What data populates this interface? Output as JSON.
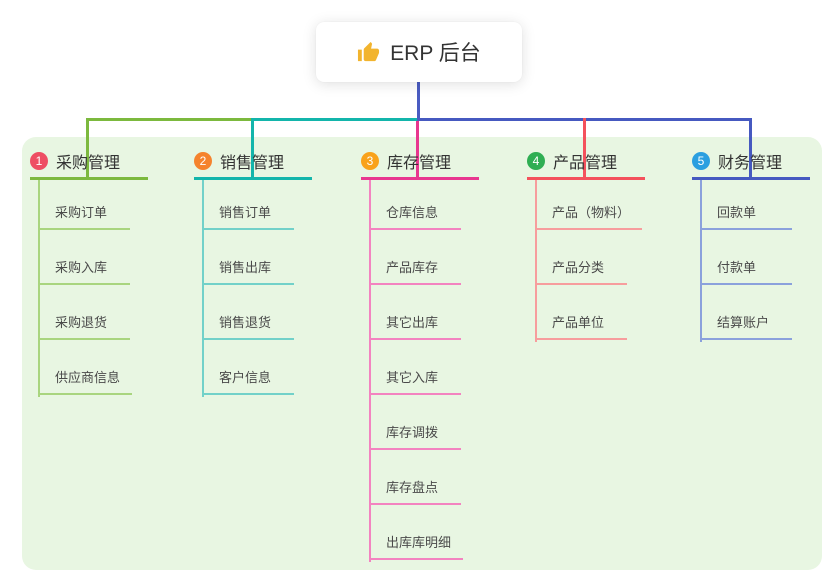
{
  "root": {
    "label": "ERP 后台",
    "icon": "thumbs-up-icon",
    "line_color": "#4a5cc2"
  },
  "panel": {
    "background": "#e8f6e2"
  },
  "branches": [
    {
      "id": "purchase",
      "badge": "1",
      "badge_color": "#ee4e63",
      "label": "采购管理",
      "line_color": "#7cb93e",
      "child_line_color": "#a9d57f",
      "children": [
        "采购订单",
        "采购入库",
        "采购退货",
        "供应商信息"
      ]
    },
    {
      "id": "sales",
      "badge": "2",
      "badge_color": "#f5832d",
      "label": "销售管理",
      "line_color": "#13b5ab",
      "child_line_color": "#72d1c9",
      "children": [
        "销售订单",
        "销售出库",
        "销售退货",
        "客户信息"
      ]
    },
    {
      "id": "inventory",
      "badge": "3",
      "badge_color": "#f9a21b",
      "label": "库存管理",
      "line_color": "#e8378f",
      "child_line_color": "#f383c0",
      "children": [
        "仓库信息",
        "产品库存",
        "其它出库",
        "其它入库",
        "库存调拨",
        "库存盘点",
        "出库库明细"
      ]
    },
    {
      "id": "product",
      "badge": "4",
      "badge_color": "#2fae53",
      "label": "产品管理",
      "line_color": "#f4515c",
      "child_line_color": "#f79d9d",
      "children": [
        "产品（物料）",
        "产品分类",
        "产品单位"
      ]
    },
    {
      "id": "finance",
      "badge": "5",
      "badge_color": "#2b9fe0",
      "label": "财务管理",
      "line_color": "#4659c0",
      "child_line_color": "#8ba1dc",
      "children": [
        "回款单",
        "付款单",
        "结算账户"
      ]
    }
  ]
}
